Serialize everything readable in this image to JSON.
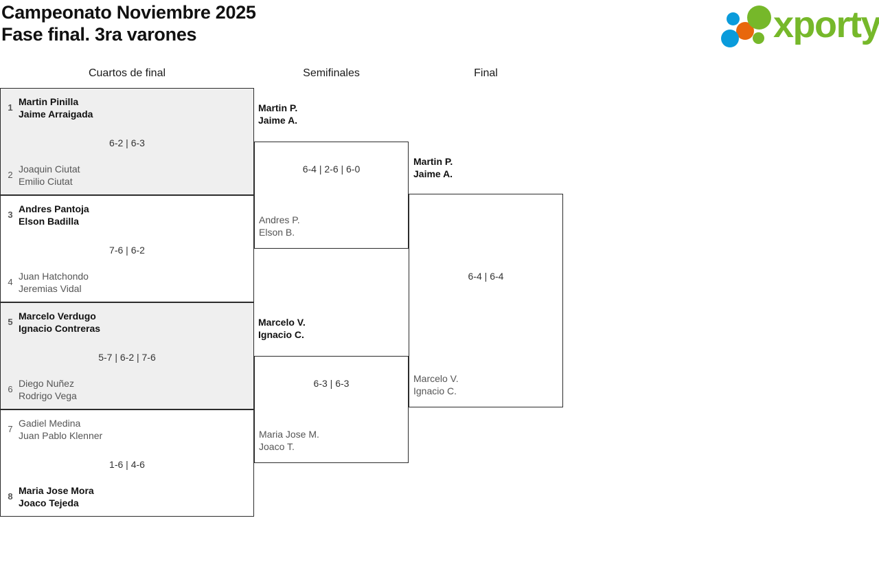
{
  "header": {
    "title_line_1": "Campeonato Noviembre 2025",
    "title_line_2": "Fase final. 3ra varones",
    "logo_text": "xporty"
  },
  "rounds": [
    {
      "key": "quarterfinals",
      "label": "Cuartos de final"
    },
    {
      "key": "semifinals",
      "label": "Semifinales"
    },
    {
      "key": "final",
      "label": "Final"
    }
  ],
  "colors": {
    "winner_text": "#111111",
    "loser_text": "#555555",
    "box_border": "#2b2b2b",
    "shaded_row": "#efefef",
    "logo_green": "#76b82a",
    "logo_blue": "#0a9bdb",
    "logo_orange": "#e8670c"
  },
  "quarterfinals": [
    {
      "seed_top": "1",
      "top_line_1": "Martin Pinilla",
      "top_line_2": "Jaime Arraigada",
      "seed_bottom": "2",
      "bottom_line_1": "Joaquin Ciutat",
      "bottom_line_2": "Emilio Ciutat",
      "score": "6-2 | 6-3",
      "winner": "top"
    },
    {
      "seed_top": "3",
      "top_line_1": "Andres Pantoja",
      "top_line_2": "Elson Badilla",
      "seed_bottom": "4",
      "bottom_line_1": "Juan Hatchondo",
      "bottom_line_2": "Jeremias Vidal",
      "score": "7-6 | 6-2",
      "winner": "top"
    },
    {
      "seed_top": "5",
      "top_line_1": "Marcelo Verdugo",
      "top_line_2": "Ignacio Contreras",
      "seed_bottom": "6",
      "bottom_line_1": "Diego Nuñez",
      "bottom_line_2": "Rodrigo Vega",
      "score": "5-7 | 6-2 | 7-6",
      "winner": "top"
    },
    {
      "seed_top": "7",
      "top_line_1": "Gadiel Medina",
      "top_line_2": "Juan Pablo Klenner",
      "seed_bottom": "8",
      "bottom_line_1": "Maria Jose Mora",
      "bottom_line_2": "Joaco Tejeda",
      "score": "1-6 | 4-6",
      "winner": "bottom"
    }
  ],
  "semifinals": [
    {
      "top_line_1": "Martin P.",
      "top_line_2": "Jaime A.",
      "bottom_line_1": "Andres P.",
      "bottom_line_2": "Elson B.",
      "score": "6-4 | 2-6 | 6-0",
      "winner": "top"
    },
    {
      "top_line_1": "Marcelo V.",
      "top_line_2": "Ignacio C.",
      "bottom_line_1": "Maria Jose M.",
      "bottom_line_2": "Joaco T.",
      "score": "6-3 | 6-3",
      "winner": "top"
    }
  ],
  "final": {
    "top_line_1": "Martin P.",
    "top_line_2": "Jaime A.",
    "bottom_line_1": "Marcelo V.",
    "bottom_line_2": "Ignacio C.",
    "score": "6-4 | 6-4",
    "winner": "top"
  }
}
